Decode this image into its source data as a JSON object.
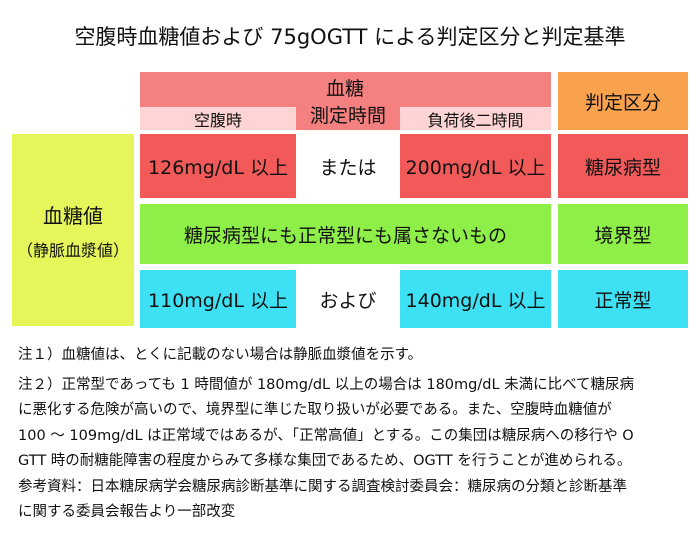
{
  "title": "空腹時血糖値および 75gOGTT による判定区分と判定基準",
  "header": {
    "blood_sugar": "血糖",
    "measure_time": "測定時間",
    "fasting": "空腹時",
    "two_hour": "負荷後二時間",
    "classification": "判定区分"
  },
  "row_label": {
    "main": "血糖値",
    "sub": "（静脈血漿値）"
  },
  "rows": {
    "diabetic": {
      "fasting": "126mg/dL 以上",
      "connector": "または",
      "two_hour": "200mg/dL 以上",
      "result": "糖尿病型"
    },
    "borderline": {
      "text": "糖尿病型にも正常型にも属さないもの",
      "result": "境界型"
    },
    "normal": {
      "fasting": "110mg/dL 以上",
      "connector": "および",
      "two_hour": "140mg/dL 以上",
      "result": "正常型"
    }
  },
  "notes": {
    "note1": "注１）血糖値は、とくに記載のない場合は静脈血漿値を示す。",
    "note2_lines": [
      "注２）正常型であっても 1 時間値が 180mg/dL 以上の場合は 180mg/dL 未満に比べて糖尿病",
      "に悪化する危険が高いので、境界型に準じた取り扱いが必要である。また、空腹時血糖値が",
      "100 〜 109mg/dL は正常域ではあるが、「正常高値」とする。この集団は糖尿病への移行や O",
      "GTT 時の耐糖能障害の程度からみて多様な集団であるため、OGTT を行うことが進められる。"
    ],
    "reference_lines": [
      "参考資料：日本糖尿病学会糖尿病診断基準に関する調査検討委員会：糖尿病の分類と診断基準",
      "に関する委員会報告より一部改変"
    ]
  },
  "colors": {
    "header_red": "#f48080",
    "header_pink": "#ffd4d4",
    "orange": "#f8a24e",
    "yellow_green": "#e6f55a",
    "red": "#f25a5a",
    "green": "#8fef49",
    "cyan": "#3ee1f4"
  }
}
